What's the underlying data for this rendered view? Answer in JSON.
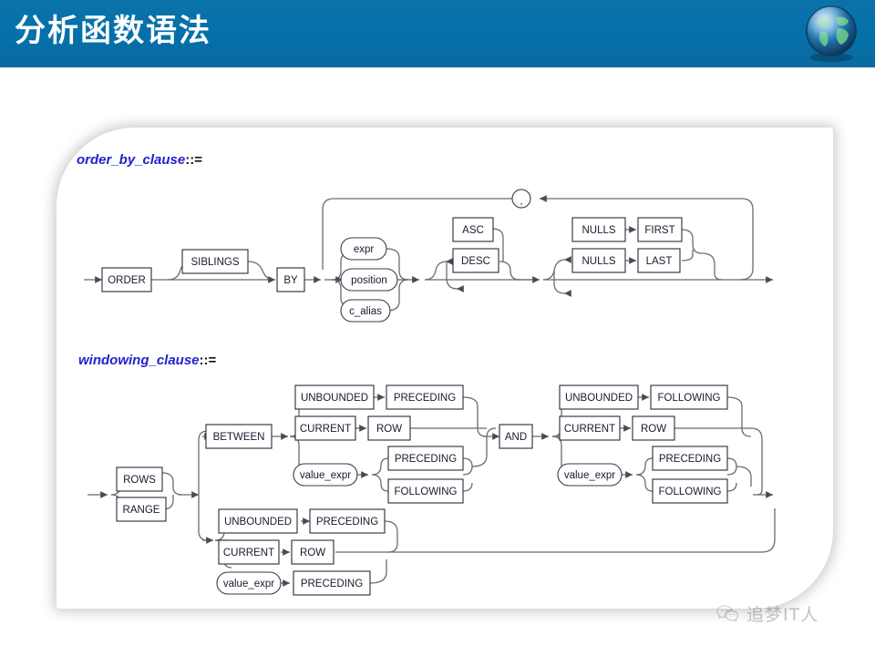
{
  "header": {
    "title": "分析函数语法",
    "bg_color": "#0470aa",
    "title_color": "#ffffff",
    "globe_icon": "globe-icon"
  },
  "watermark": {
    "text": "追梦IT人",
    "icon": "wechat-icon"
  },
  "diagram": {
    "type": "railroad-syntax-diagram",
    "label_color": "#2222cc",
    "sections": [
      {
        "id": "order_by_clause",
        "label": "order_by_clause",
        "operator": "::=",
        "nodes": {
          "order": "ORDER",
          "siblings": "SIBLINGS",
          "by": "BY",
          "expr": "expr",
          "position": "position",
          "c_alias": "c_alias",
          "asc": "ASC",
          "desc": "DESC",
          "nulls1": "NULLS",
          "first": "FIRST",
          "nulls2": "NULLS",
          "last": "LAST",
          "comma": ","
        }
      },
      {
        "id": "windowing_clause",
        "label": "windowing_clause",
        "operator": "::=",
        "nodes": {
          "rows": "ROWS",
          "range": "RANGE",
          "between": "BETWEEN",
          "and": "AND",
          "b_unbounded": "UNBOUNDED",
          "b_preceding": "PRECEDING",
          "b_current": "CURRENT",
          "b_row": "ROW",
          "b_value_expr": "value_expr",
          "b_preceding2": "PRECEDING",
          "b_following2": "FOLLOWING",
          "a_unbounded": "UNBOUNDED",
          "a_following": "FOLLOWING",
          "a_current": "CURRENT",
          "a_row": "ROW",
          "a_value_expr": "value_expr",
          "a_preceding": "PRECEDING",
          "a_following2": "FOLLOWING",
          "s_unbounded": "UNBOUNDED",
          "s_preceding": "PRECEDING",
          "s_current": "CURRENT",
          "s_row": "ROW",
          "s_value_expr": "value_expr",
          "s_preceding2": "PRECEDING"
        }
      }
    ]
  }
}
